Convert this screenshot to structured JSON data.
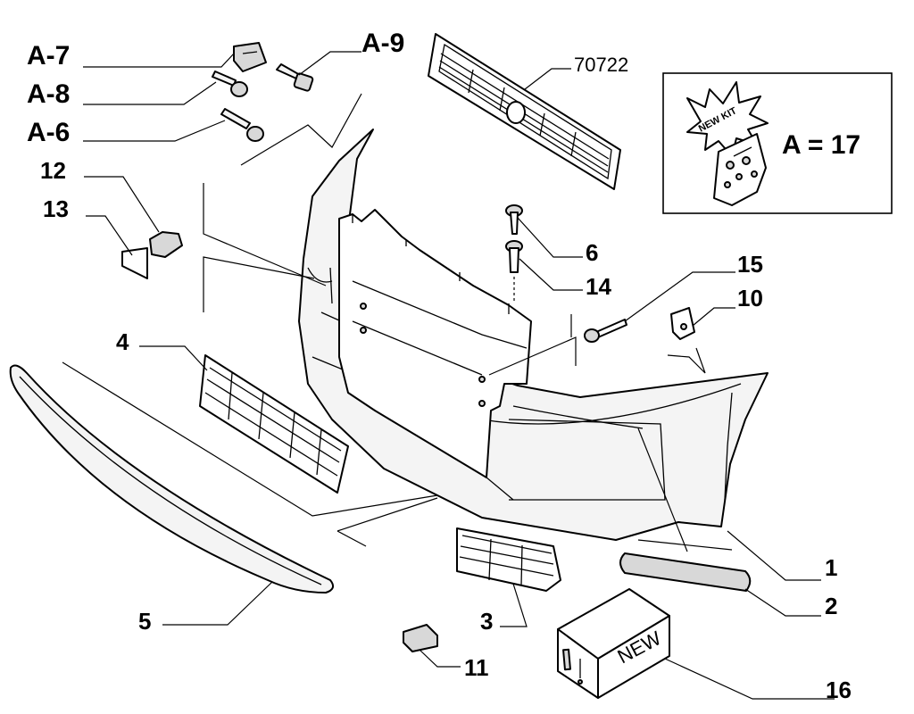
{
  "callouts": {
    "a7": "A-7",
    "a8": "A-8",
    "a6": "A-6",
    "a9": "A-9",
    "c12": "12",
    "c13": "13",
    "c4": "4",
    "c5": "5",
    "c3": "3",
    "c11": "11",
    "c6": "6",
    "c14": "14",
    "c15": "15",
    "c10": "10",
    "c1": "1",
    "c2": "2",
    "c16": "16",
    "ref": "70722"
  },
  "kit_box": {
    "badge": "NEW KIT",
    "equation": "A = 17"
  },
  "crate": {
    "label": "NEW"
  }
}
